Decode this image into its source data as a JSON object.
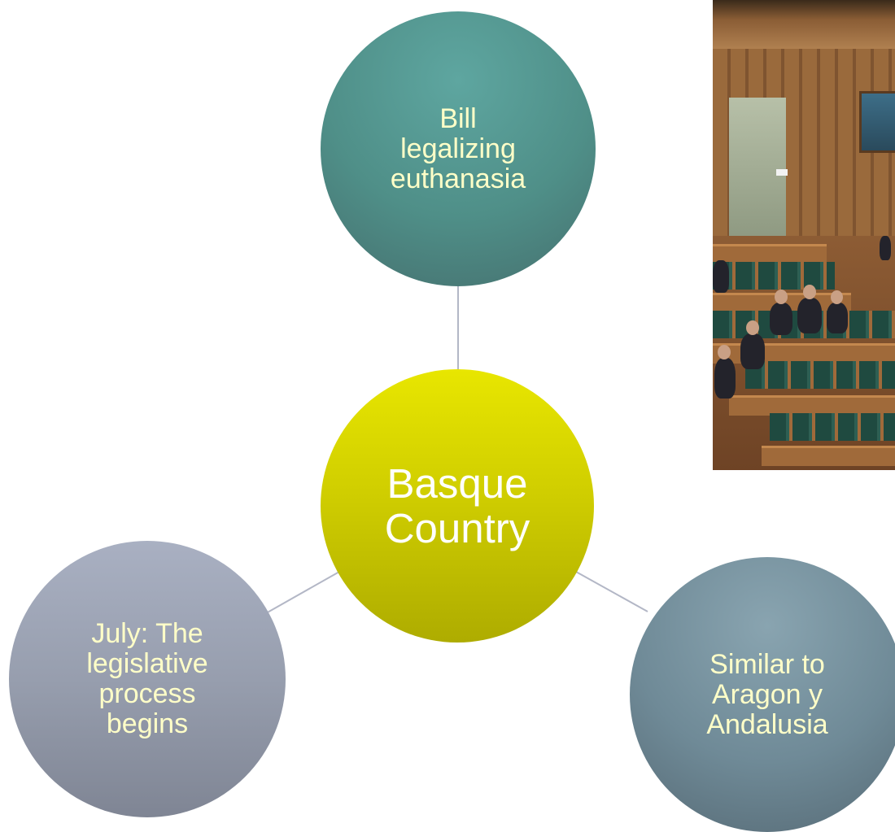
{
  "diagram": {
    "center": {
      "label": "Basque\nCountry"
    },
    "nodes": [
      {
        "label": "Bill\nlegalizing\neuthanasia"
      },
      {
        "label": "July: The\nlegislative\nprocess\nbegins"
      },
      {
        "label": "Similar to\nAragon y\nAndalusia"
      }
    ]
  },
  "colors": {
    "connector": "#b3b7c6",
    "node_text": "#ffffc8",
    "center_text": "#ffffff",
    "top_node": "#4f8f88",
    "center_node": "#d0ce00",
    "left_node": "#979eae",
    "right_node": "#6f8a97"
  },
  "photo": {
    "icon": "parliament-chamber-photo"
  }
}
